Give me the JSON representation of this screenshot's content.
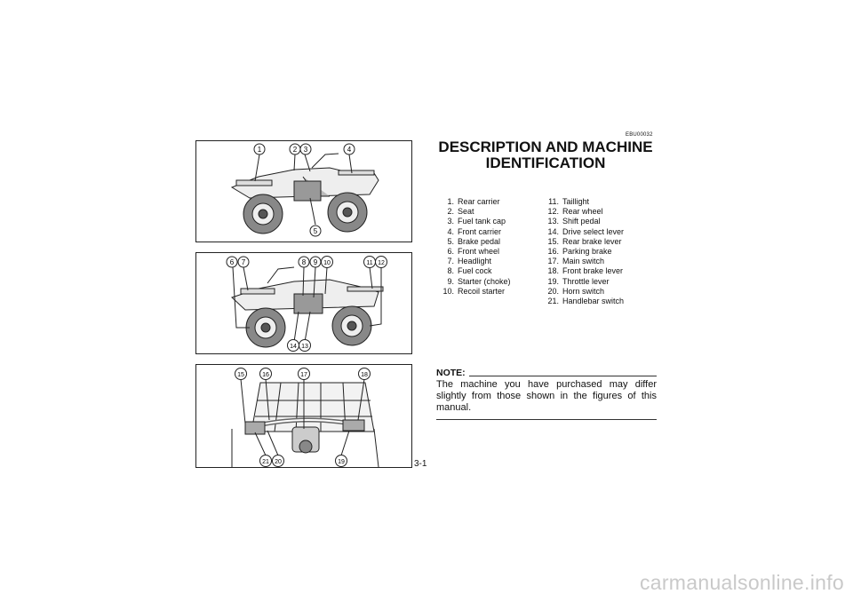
{
  "page": {
    "number": "3-1",
    "doc_code": "EBU00032"
  },
  "title": {
    "line1": "DESCRIPTION AND MACHINE",
    "line2": "IDENTIFICATION"
  },
  "figures": {
    "fig1": {
      "callouts": [
        "1",
        "2",
        "3",
        "4",
        "5"
      ]
    },
    "fig2": {
      "callouts": [
        "6",
        "7",
        "8",
        "9",
        "10",
        "11",
        "12",
        "13",
        "14"
      ]
    },
    "fig3": {
      "callouts": [
        "15",
        "16",
        "17",
        "18",
        "19",
        "20",
        "21"
      ]
    }
  },
  "parts_left": [
    {
      "num": "1.",
      "label": "Rear carrier"
    },
    {
      "num": "2.",
      "label": "Seat"
    },
    {
      "num": "3.",
      "label": "Fuel tank cap"
    },
    {
      "num": "4.",
      "label": "Front carrier"
    },
    {
      "num": "5.",
      "label": "Brake pedal"
    },
    {
      "num": "6.",
      "label": "Front wheel"
    },
    {
      "num": "7.",
      "label": "Headlight"
    },
    {
      "num": "8.",
      "label": "Fuel cock"
    },
    {
      "num": "9.",
      "label": "Starter (choke)"
    },
    {
      "num": "10.",
      "label": "Recoil starter"
    }
  ],
  "parts_right": [
    {
      "num": "11.",
      "label": "Taillight"
    },
    {
      "num": "12.",
      "label": "Rear wheel"
    },
    {
      "num": "13.",
      "label": "Shift pedal"
    },
    {
      "num": "14.",
      "label": "Drive select lever"
    },
    {
      "num": "15.",
      "label": "Rear brake lever"
    },
    {
      "num": "16.",
      "label": "Parking brake"
    },
    {
      "num": "17.",
      "label": "Main switch"
    },
    {
      "num": "18.",
      "label": "Front brake lever"
    },
    {
      "num": "19.",
      "label": "Throttle lever"
    },
    {
      "num": "20.",
      "label": "Horn switch"
    },
    {
      "num": "21.",
      "label": "Handlebar switch"
    }
  ],
  "note": {
    "heading": "NOTE:",
    "text": "The machine you have purchased may differ slightly from those shown in the figures of this manual."
  },
  "watermark": "carmanualsonline.info"
}
